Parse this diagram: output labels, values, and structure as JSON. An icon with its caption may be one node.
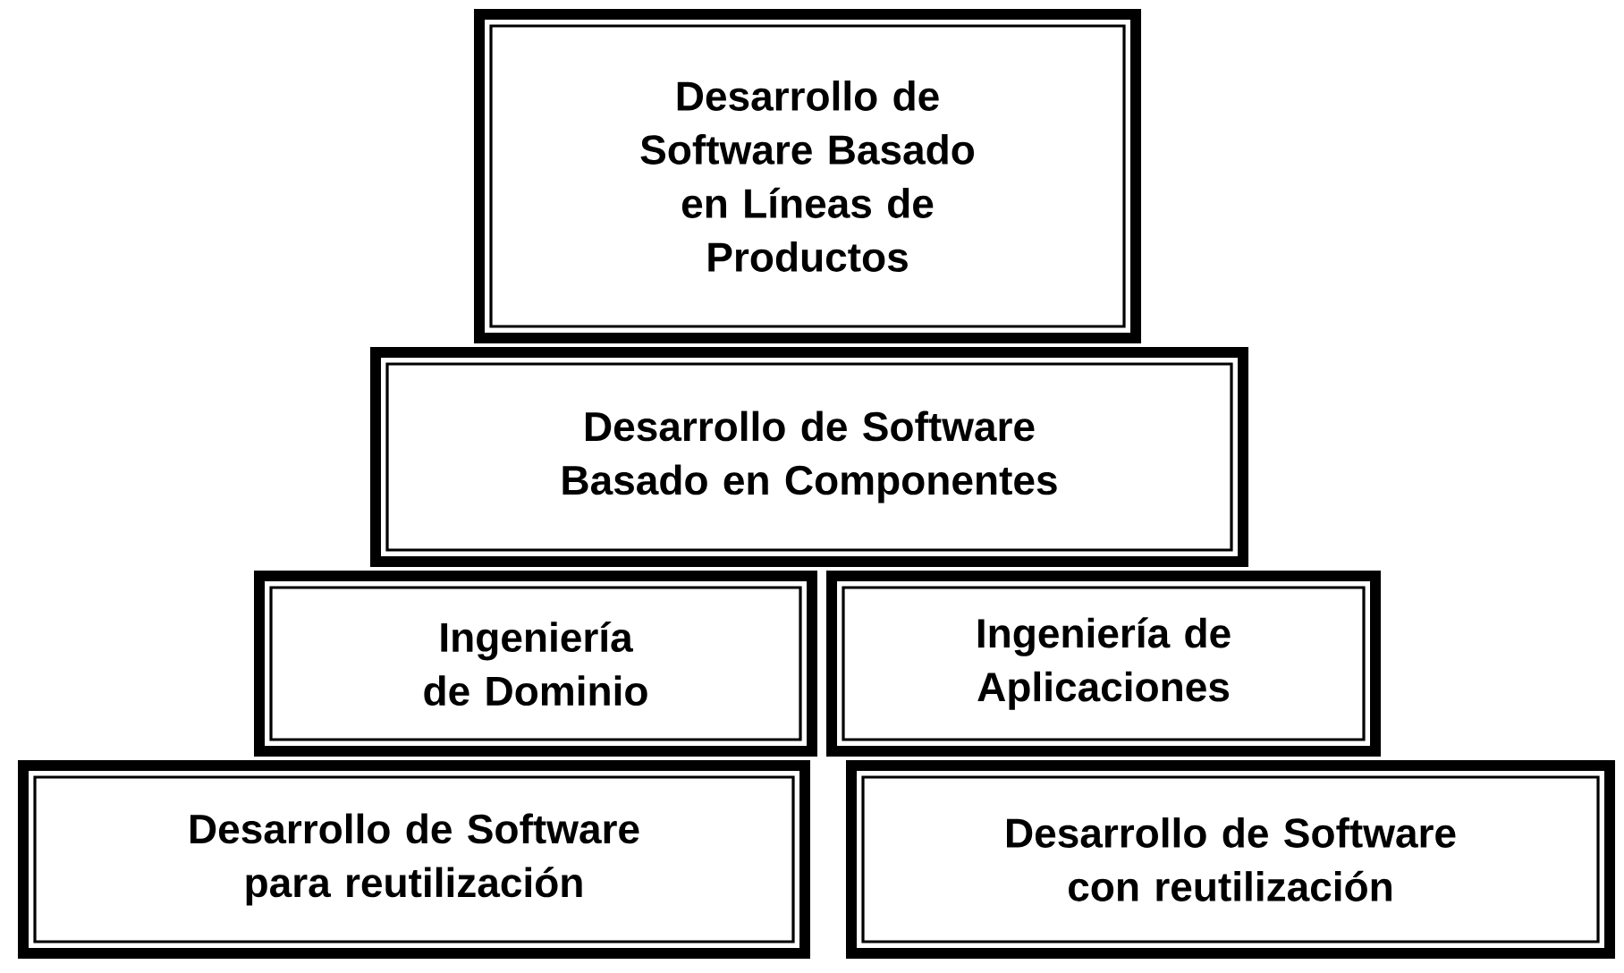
{
  "diagram": {
    "nodes": [
      {
        "text": [
          "Desarrollo de Software Basado en Líneas de Productos"
        ]
      },
      {
        "text": [
          "Desarrollo de Software Basado en Componentes"
        ]
      },
      {
        "text": [
          "Ingeniería de Dominio"
        ]
      },
      {
        "text": [
          "Ingeniería de Aplicaciones"
        ]
      },
      {
        "text": [
          "Desarrollo de Software para reutilización"
        ]
      },
      {
        "text": [
          "Desarrollo de Software con reutilización"
        ]
      }
    ]
  }
}
